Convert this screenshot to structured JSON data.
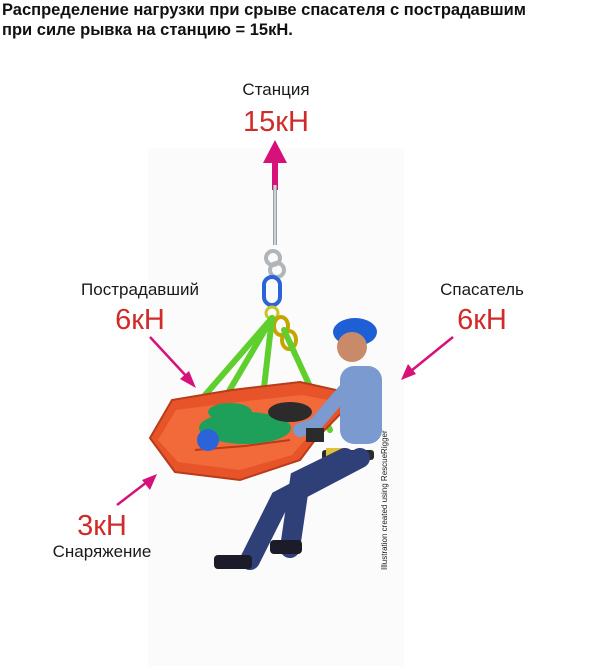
{
  "title": {
    "line1": "Распределение нагрузки при срыве спасателя с пострадавшим",
    "line2": "при силе рывка на станцию = 15кН."
  },
  "station": {
    "label": "Станция",
    "value": "15кН"
  },
  "victim": {
    "label": "Пострадавший",
    "value": "6кН"
  },
  "rescuer": {
    "label": "Спасатель",
    "value": "6кН"
  },
  "equipment": {
    "label": "Снаряжение",
    "value": "3кН"
  },
  "credit": "Illustration created using RescueRigger",
  "colors": {
    "arrow": "#d6127a",
    "value_text": "#d12a2a",
    "litter": "#e8542a",
    "slings": "#5fcf2e",
    "helmet": "#1f5fd6",
    "shirt": "#7a9ad0",
    "pants": "#2f3f78",
    "patient_jacket": "#1fa05a"
  },
  "icons": [
    "up-arrow-icon",
    "carabiner-icon",
    "rescue-litter-icon",
    "rescuer-figure-icon",
    "patient-figure-icon"
  ]
}
